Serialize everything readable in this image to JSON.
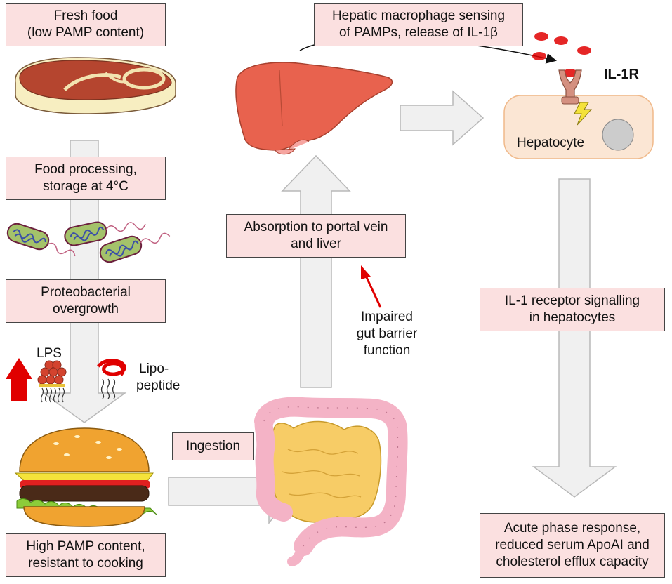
{
  "boxes": {
    "fresh_food": [
      "Fresh food",
      "(low PAMP content)"
    ],
    "processing": [
      "Food processing,",
      "storage at 4°C"
    ],
    "overgrowth": [
      "Proteobacterial",
      "overgrowth"
    ],
    "high_pamp": [
      "High PAMP content,",
      "resistant to cooking"
    ],
    "ingestion": [
      "Ingestion"
    ],
    "absorption": [
      "Absorption to portal vein",
      "and liver"
    ],
    "hepatic": [
      "Hepatic macrophage sensing",
      "of PAMPs, release of IL-1β"
    ],
    "il1_signalling": [
      "IL-1 receptor signalling",
      "in hepatocytes"
    ],
    "acute_phase": [
      "Acute phase response,",
      "reduced serum ApoAI and",
      "cholesterol efflux capacity"
    ]
  },
  "labels": {
    "lps": "LPS",
    "lipopeptide": [
      "Lipo-",
      "peptide"
    ],
    "il1r": "IL-1R",
    "hepatocyte": "Hepatocyte",
    "impaired": [
      "Impaired",
      "gut barrier",
      "function"
    ]
  },
  "colors": {
    "box_fill": "#fbe0e0",
    "arrow_fill": "#f0f0f0",
    "red": "#e00000",
    "liver": "#e8624e",
    "hepatocyte_fill": "#fbe6d4",
    "hepatocyte_border": "#f0b98a",
    "intestine": "#f4b3c6",
    "small_intestine": "#f7cc66"
  },
  "icons": [
    "steak-icon",
    "bacteria-icon",
    "lps-molecule-icon",
    "lipopeptide-molecule-icon",
    "burger-icon",
    "liver-icon",
    "intestine-icon",
    "hepatocyte-icon",
    "il1r-receptor-icon",
    "lightning-icon"
  ]
}
